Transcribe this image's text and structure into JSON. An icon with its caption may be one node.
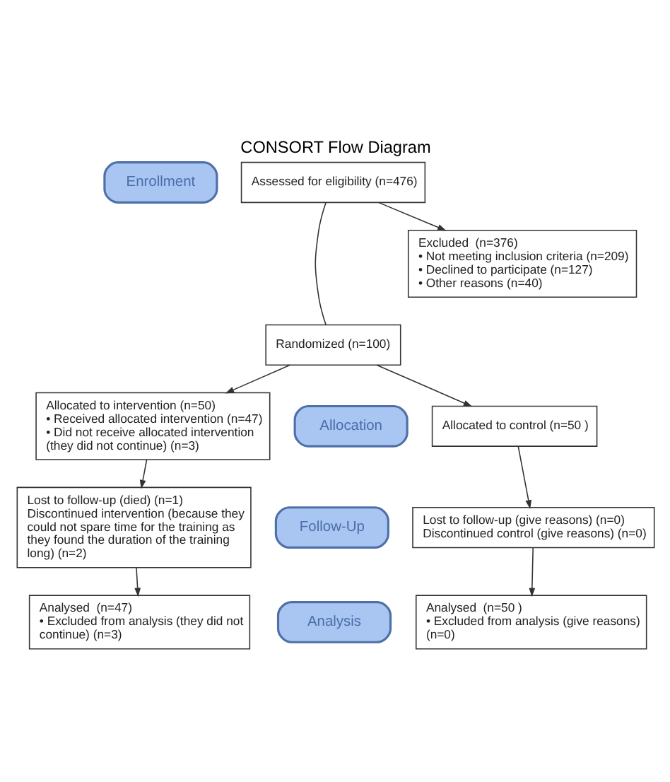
{
  "diagram": {
    "title": "CONSORT Flow Diagram",
    "nodes": [
      {
        "text": [
          "Enrollment"
        ]
      },
      {
        "text": [
          "Assessed for eligibility (n=476)"
        ]
      },
      {
        "text": [
          "Excluded  (n=376)",
          "• Not meeting inclusion criteria (n=209)",
          "• Declined to participate (n=127)",
          "• Other reasons (n=40)"
        ]
      },
      {
        "text": [
          "Randomized (n=100)"
        ]
      },
      {
        "text": [
          "Allocation"
        ]
      },
      {
        "text": [
          "Allocated to intervention (n=50)",
          "• Received allocated intervention (n=47)",
          "• Did not receive allocated intervention (they did not continue) (n=3)"
        ]
      },
      {
        "text": [
          "Allocated to control (n=50 )"
        ]
      },
      {
        "text": [
          "Follow-Up"
        ]
      },
      {
        "text": [
          "Lost to follow-up (died) (n=1)",
          "Discontinued intervention (because they could not spare time for the training as they found the duration of the training long) (n=2)"
        ]
      },
      {
        "text": [
          "Lost to follow-up (give reasons) (n=0)",
          "Discontinued control (give reasons) (n=0)"
        ]
      },
      {
        "text": [
          "Analysis"
        ]
      },
      {
        "text": [
          "Analysed  (n=47)",
          "• Excluded from analysis (they did not continue) (n=3)"
        ]
      },
      {
        "text": [
          "Analysed  (n=50 )",
          "• Excluded from analysis (give reasons) (n=0)"
        ]
      }
    ],
    "edges": [
      {
        "from": 1,
        "to": 3,
        "arrow": "none"
      },
      {
        "from": 1,
        "to": 2,
        "arrow": "to"
      },
      {
        "from": 3,
        "to": 5,
        "arrow": "to"
      },
      {
        "from": 3,
        "to": 6,
        "arrow": "to"
      },
      {
        "from": 5,
        "to": 8,
        "arrow": "to"
      },
      {
        "from": 6,
        "to": 9,
        "arrow": "to"
      },
      {
        "from": 8,
        "to": 11,
        "arrow": "to"
      },
      {
        "from": 9,
        "to": 12,
        "arrow": "to"
      }
    ]
  }
}
